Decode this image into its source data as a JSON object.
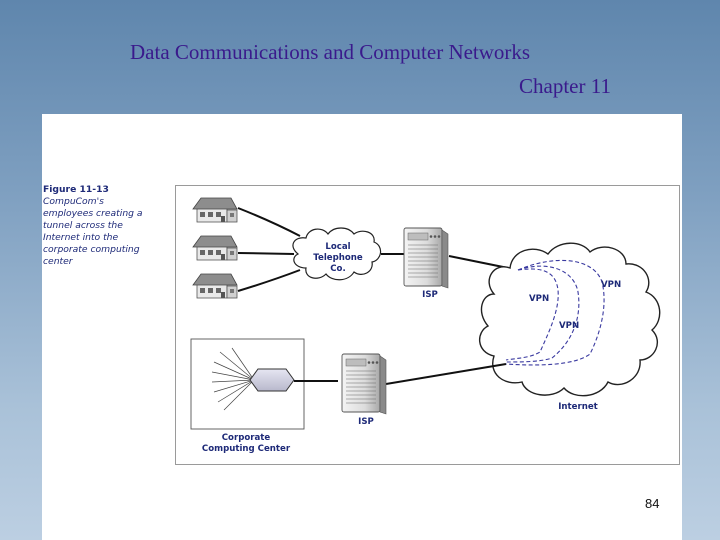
{
  "slide": {
    "title_line1": "Data Communications and Computer Networks",
    "title_line2": "Chapter 11",
    "page_number": "84"
  },
  "figure": {
    "caption_number": "Figure 11-13",
    "caption_text": "CompuCom's employees creating a tunnel across the Internet into the corporate computing center",
    "cloud_label_line1": "Local",
    "cloud_label_line2": "Telephone",
    "cloud_label_line3": "Co.",
    "isp_top_label": "ISP",
    "isp_bottom_label": "ISP",
    "internet_label": "Internet",
    "vpn_labels": [
      "VPN",
      "VPN",
      "VPN"
    ],
    "corporate_label_line1": "Corporate",
    "corporate_label_line2": "Computing Center",
    "icons": [
      "house-icon",
      "cloud-icon",
      "server-icon",
      "router-icon"
    ]
  }
}
